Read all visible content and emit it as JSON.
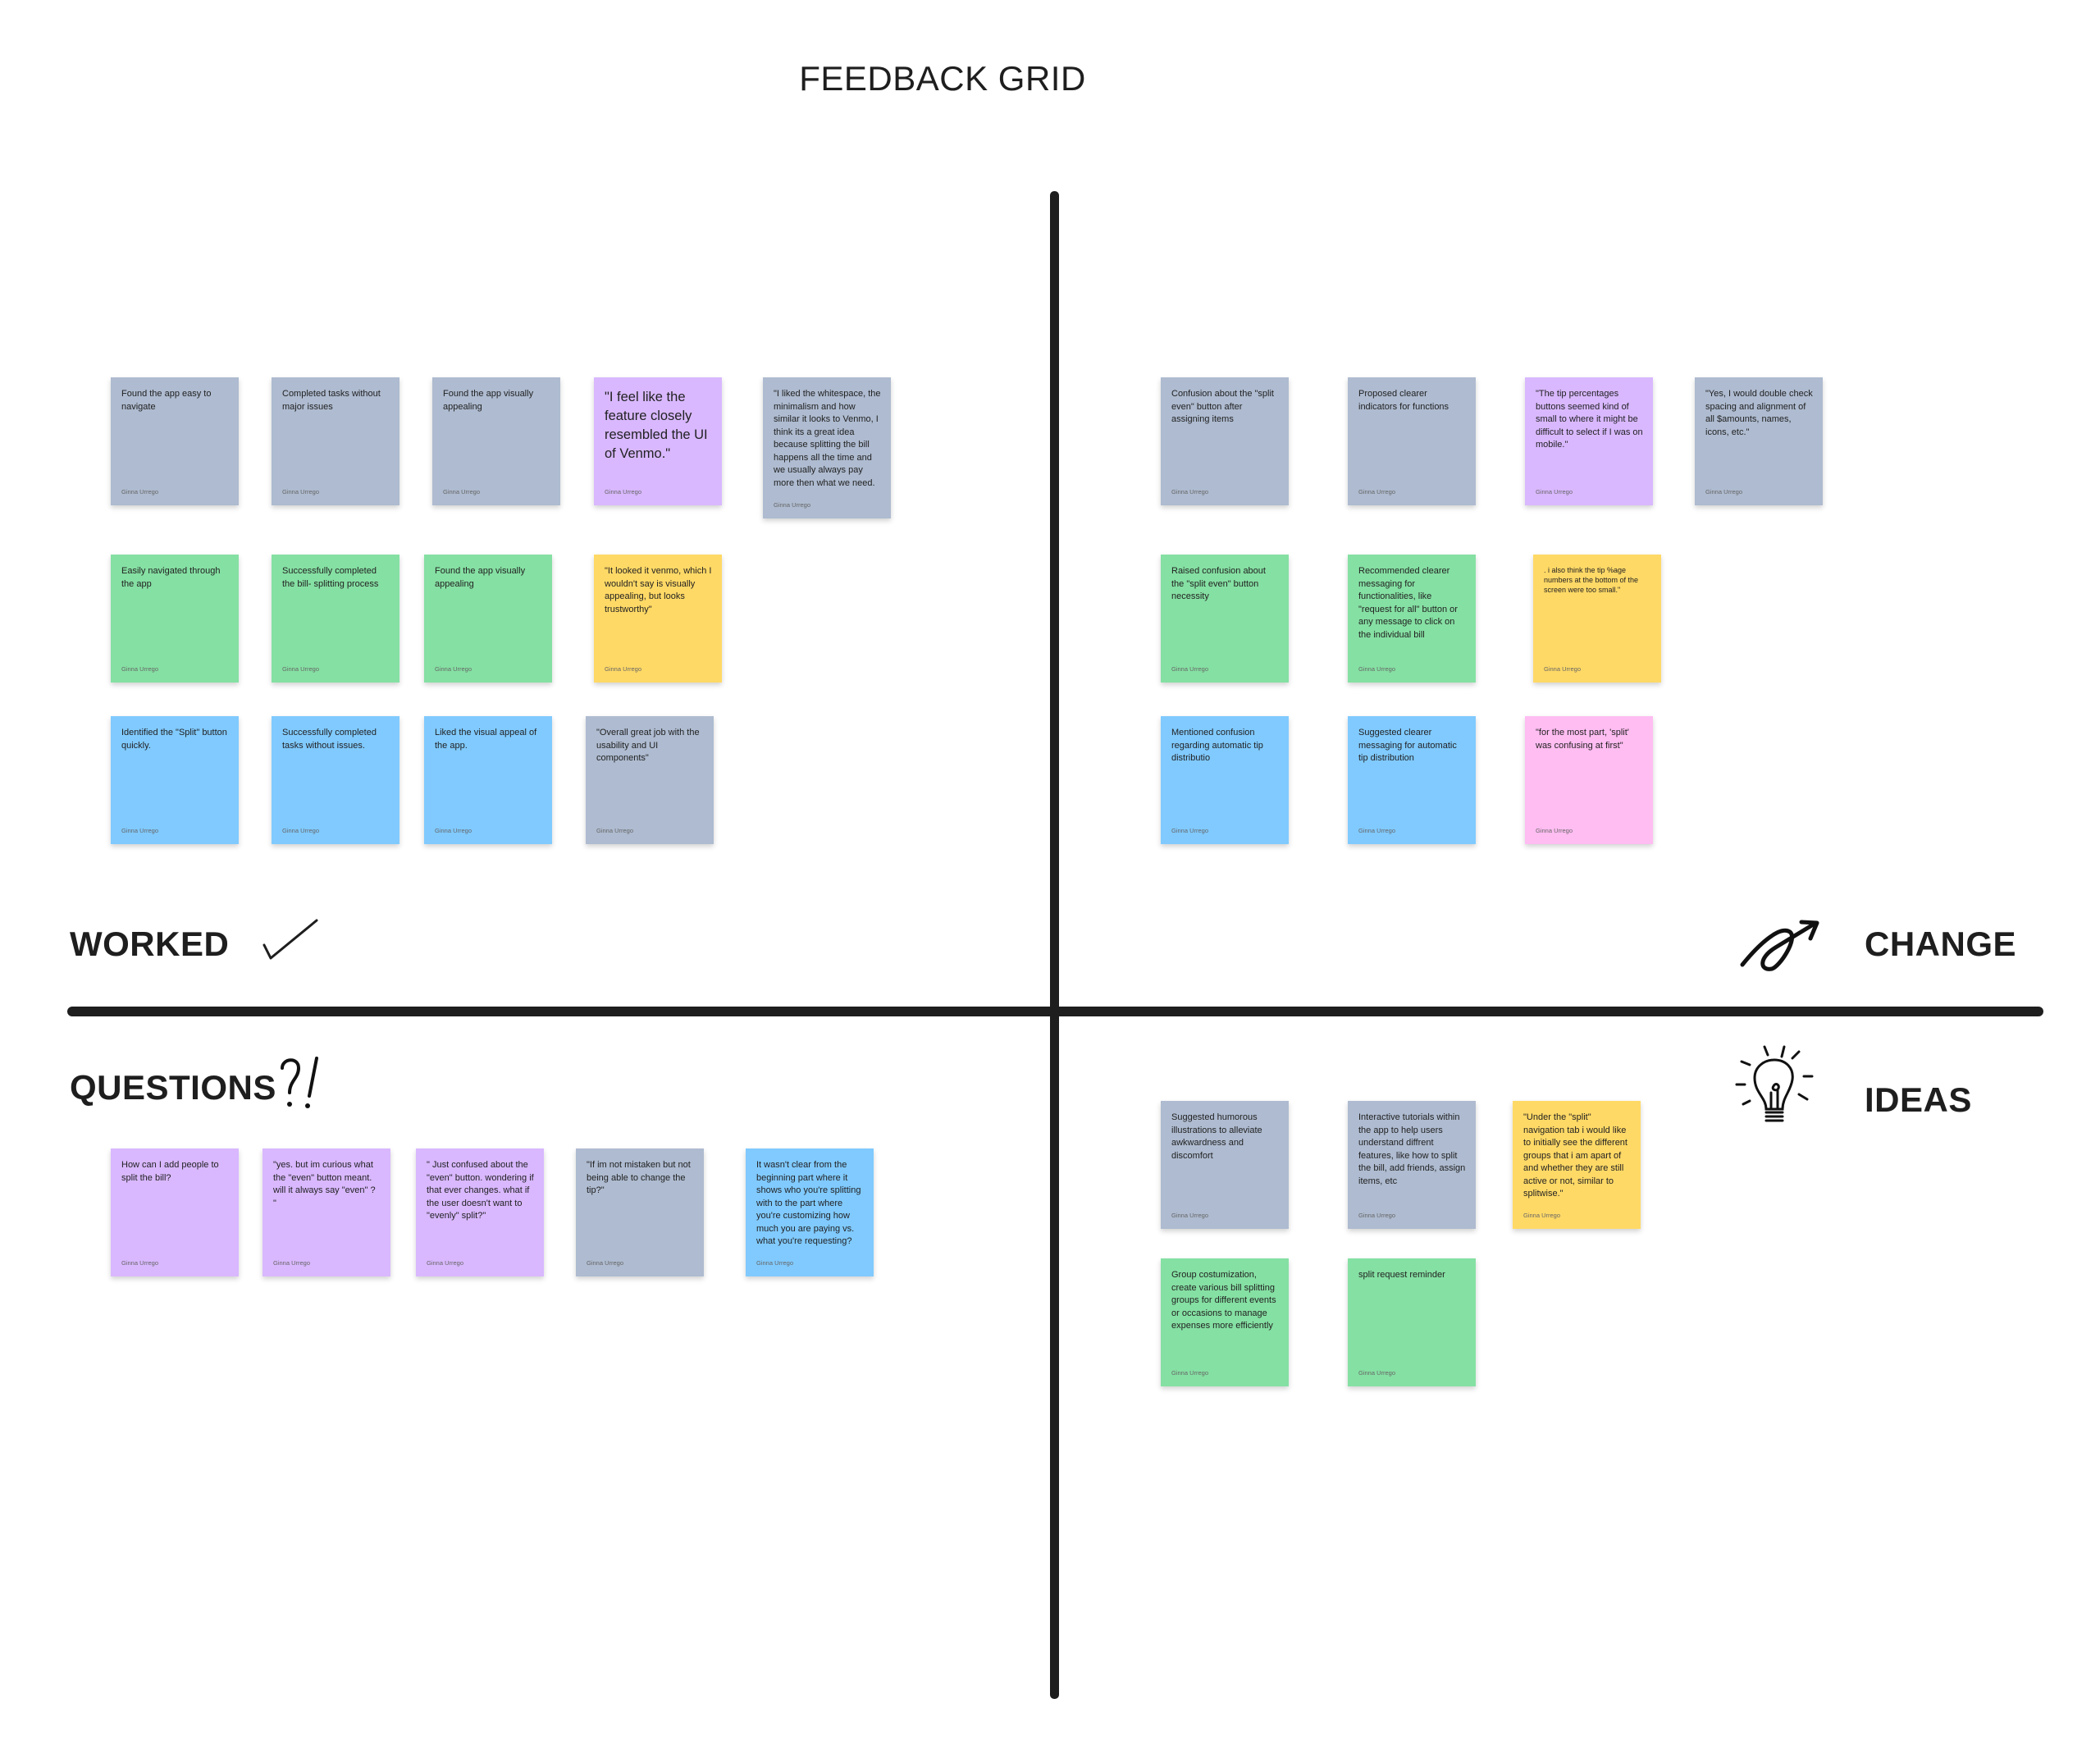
{
  "title": "FEEDBACK GRID",
  "colors": {
    "gray": "#AEBBD0",
    "purple": "#D9B8FF",
    "green": "#85E0A3",
    "yellow": "#FFD966",
    "blue": "#80CAFF",
    "pink": "#FFBDF2"
  },
  "quadrants": {
    "worked": {
      "label": "WORKED",
      "icon": "checkmark-icon",
      "notes": [
        {
          "text": "Found the app easy to navigate",
          "author": "Ginna Urrego",
          "color": "gray"
        },
        {
          "text": "Completed tasks without major issues",
          "author": "Ginna Urrego",
          "color": "gray"
        },
        {
          "text": "Found the app visually appealing",
          "author": "Ginna Urrego",
          "color": "gray"
        },
        {
          "text": "\"I feel like the feature closely resembled the UI of Venmo.\"",
          "author": "Ginna Urrego",
          "color": "purple"
        },
        {
          "text": "\"I liked the whitespace, the minimalism and how similar it looks to Venmo, I think its a great idea because splitting the bill happens all the time and we usually always pay more then what we need.",
          "author": "Ginna Urrego",
          "color": "gray"
        },
        {
          "text": "Easily navigated through the app",
          "author": "Ginna Urrego",
          "color": "green"
        },
        {
          "text": "Successfully completed the bill- splitting process",
          "author": "Ginna Urrego",
          "color": "green"
        },
        {
          "text": "Found the app visually appealing",
          "author": "Ginna Urrego",
          "color": "green"
        },
        {
          "text": "\"It looked it venmo, which I wouldn't say is visually appealing, but looks trustworthy\"",
          "author": "Ginna Urrego",
          "color": "yellow"
        },
        {
          "text": "Identified the \"Split\" button quickly.",
          "author": "Ginna Urrego",
          "color": "blue"
        },
        {
          "text": "Successfully completed tasks without issues.",
          "author": "Ginna Urrego",
          "color": "blue"
        },
        {
          "text": "Liked the visual appeal of the app.",
          "author": "Ginna Urrego",
          "color": "blue"
        },
        {
          "text": "\"Overall great job with the usability and UI components\"",
          "author": "Ginna Urrego",
          "color": "gray"
        }
      ]
    },
    "change": {
      "label": "CHANGE",
      "icon": "arrow-swoosh-icon",
      "notes": [
        {
          "text": "Confusion about the \"split even\" button after assigning items",
          "author": "Ginna Urrego",
          "color": "gray"
        },
        {
          "text": "Proposed clearer indicators for functions",
          "author": "Ginna Urrego",
          "color": "gray"
        },
        {
          "text": "\"The tip percentages buttons seemed kind of small to where it might be difficult to select if I was on mobile.\"",
          "author": "Ginna Urrego",
          "color": "purple"
        },
        {
          "text": "\"Yes, I would double check spacing and alignment of all $amounts, names, icons, etc.\"",
          "author": "Ginna Urrego",
          "color": "gray"
        },
        {
          "text": "Raised confusion about the \"split even\" button necessity",
          "author": "Ginna Urrego",
          "color": "green"
        },
        {
          "text": "Recommended clearer messaging for functionalities, like \"request for all\" button or any message to click on the individual bill",
          "author": "Ginna Urrego",
          "color": "green"
        },
        {
          "text": ". i also think the tip %age numbers at the bottom of the screen were too small.\"",
          "author": "Ginna Urrego",
          "color": "yellow"
        },
        {
          "text": "Mentioned confusion regarding automatic tip distributio",
          "author": "Ginna Urrego",
          "color": "blue"
        },
        {
          "text": "Suggested clearer messaging for automatic tip distribution",
          "author": "Ginna Urrego",
          "color": "blue"
        },
        {
          "text": "\"for the most part, 'split' was confusing at first\"",
          "author": "Ginna Urrego",
          "color": "pink"
        }
      ]
    },
    "questions": {
      "label": "QUESTIONS",
      "icon": "question-exclamation-icon",
      "notes": [
        {
          "text": "How can I add people to split the bill?",
          "author": "Ginna Urrego",
          "color": "purple"
        },
        {
          "text": "\"yes. but im curious what the \"even\" button meant. will it always say \"even\" ? \"",
          "author": "Ginna Urrego",
          "color": "purple"
        },
        {
          "text": "\" Just confused about the \"even\" button. wondering if that ever changes. what if the user doesn't want to \"evenly\" split?\"",
          "author": "Ginna Urrego",
          "color": "purple"
        },
        {
          "text": " \"If im not mistaken but not being able to change the tip?\"",
          "author": "Ginna Urrego",
          "color": "gray"
        },
        {
          "text": "It wasn't clear from the beginning part where it shows who you're splitting with to the part where you're customizing how much you are paying vs. what you're requesting?",
          "author": "Ginna Urrego",
          "color": "blue"
        }
      ]
    },
    "ideas": {
      "label": "IDEAS",
      "icon": "lightbulb-icon",
      "notes": [
        {
          "text": "Suggested humorous illustrations to alleviate awkwardness and discomfort",
          "author": "Ginna Urrego",
          "color": "gray"
        },
        {
          "text": "Interactive tutorials within the app to help users understand diffrent features, like how to split the bill, add friends, assign items, etc",
          "author": "Ginna Urrego",
          "color": "gray"
        },
        {
          "text": "\"Under the \"split\" navigation tab i would like to initially see the different groups that i am apart of and whether they are still active or not, similar to splitwise.\"",
          "author": "Ginna Urrego",
          "color": "yellow"
        },
        {
          "text": "Group costumization, create various bill splitting groups for different events or occasions to manage expenses more efficiently",
          "author": "Ginna Urrego",
          "color": "green"
        },
        {
          "text": "split request reminder",
          "author": "Ginna Urrego",
          "color": "green"
        }
      ]
    }
  }
}
